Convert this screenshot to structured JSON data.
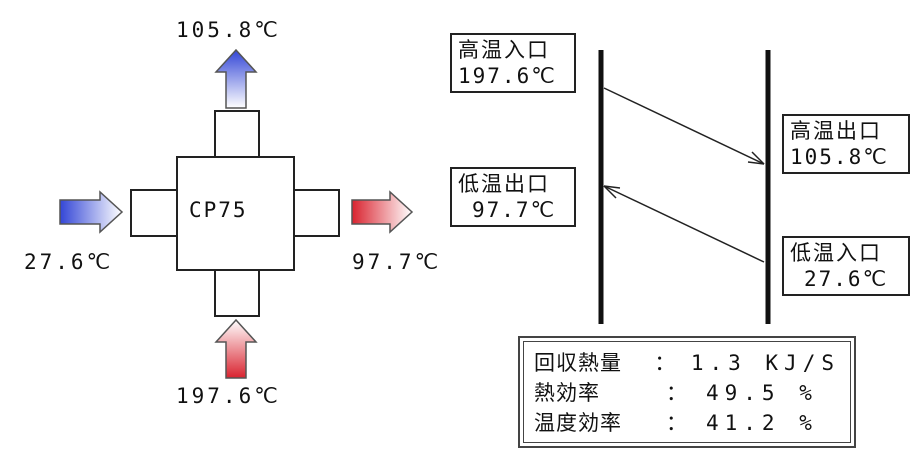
{
  "unit": {
    "name": "CP75",
    "top_out_temp": "105.8℃",
    "left_in_temp": "27.6℃",
    "right_out_temp": "97.7℃",
    "bottom_in_temp": "197.6℃"
  },
  "flow": {
    "high_in": {
      "label": "高温入口",
      "temp": "197.6℃"
    },
    "high_out": {
      "label": "高温出口",
      "temp": "105.8℃"
    },
    "low_out": {
      "label": "低温出口",
      "temp": "97.7℃"
    },
    "low_in": {
      "label": "低温入口",
      "temp": "27.6℃"
    }
  },
  "results": {
    "heat_recovery": {
      "label": "回収熱量",
      "colon": "：",
      "value": "1.3 KJ/S"
    },
    "thermal_efficiency": {
      "label": "熱効率",
      "colon": "：",
      "value": "49.5 %"
    },
    "temperature_efficiency": {
      "label": "温度効率",
      "colon": "：",
      "value": "41.2 %"
    }
  },
  "colors": {
    "hot": "#d9232f",
    "cold": "#3346d6",
    "line": "#111111"
  }
}
